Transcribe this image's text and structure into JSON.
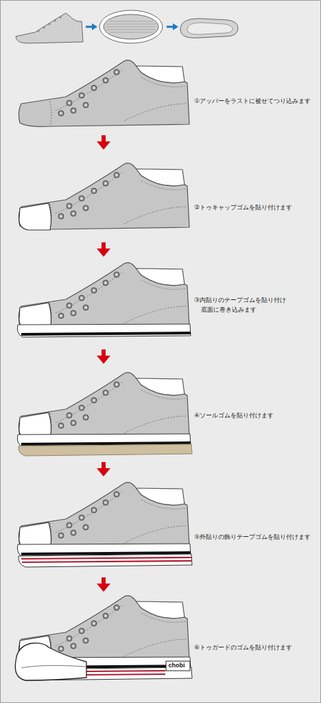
{
  "diagram": {
    "labels": [
      "①アッパーをラストに被せてつり込みます",
      "②トゥキャップゴムを貼り付けます",
      "③内貼りのテープゴムを貼り付け 底面に巻き込みます",
      "④ソールゴムを貼り付けます",
      "⑤外貼りの飾りテープゴムを貼り付けます",
      "⑥トゥガードのゴムを貼り付けます",
      "chobi"
    ]
  }
}
